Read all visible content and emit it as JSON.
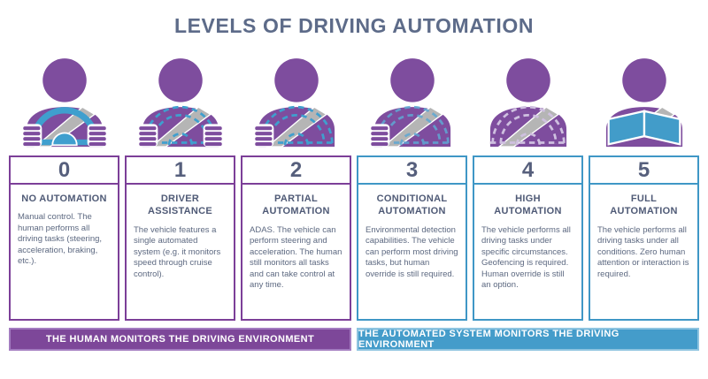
{
  "title": "LEVELS OF DRIVING AUTOMATION",
  "colors": {
    "title_text": "#5d6b89",
    "card_text": "#5c6880",
    "purple_accent": "#7c3f98",
    "purple_bar": "#7d4799",
    "purple_bar_border": "#a37cc0",
    "blue_accent": "#3f97c6",
    "blue_bar": "#449cca",
    "blue_bar_border": "#8ec4e0",
    "icon_person_purple": "#7e4d9e",
    "icon_belt_gray": "#b5b5b5",
    "icon_wheel_blue": "#3f9fce"
  },
  "levels": [
    {
      "number": "0",
      "theme": "purple",
      "icon": "driver-both-hands-solid-wheel-icon",
      "name": "NO AUTOMATION",
      "description": "Manual control. The human performs all driving tasks (steering, acceleration, braking, etc.)."
    },
    {
      "number": "1",
      "theme": "purple",
      "icon": "driver-both-hands-dashed-wheel-icon",
      "name": "DRIVER ASSISTANCE",
      "description": "The vehicle features a single automated system (e.g. it monitors speed through cruise control)."
    },
    {
      "number": "2",
      "theme": "purple",
      "icon": "driver-one-hand-dashed-wheel-icon",
      "name": "PARTIAL AUTOMATION",
      "description": "ADAS. The vehicle can perform steering and acceleration. The human still monitors all tasks and can take control at any time."
    },
    {
      "number": "3",
      "theme": "blue",
      "icon": "driver-one-hand-faded-wheel-icon",
      "name": "CONDITIONAL AUTOMATION",
      "description": "Environmental detection capabilities. The vehicle can perform most driving tasks, but human override is still required."
    },
    {
      "number": "4",
      "theme": "blue",
      "icon": "passenger-ghost-wheel-icon",
      "name": "HIGH AUTOMATION",
      "description": "The vehicle performs all driving tasks under specific circumstances. Geofencing is required. Human override is still an option."
    },
    {
      "number": "5",
      "theme": "blue",
      "icon": "passenger-reading-book-icon",
      "name": "FULL AUTOMATION",
      "description": "The vehicle performs all driving tasks under all conditions. Zero human attention or interaction is required."
    }
  ],
  "footers": [
    {
      "theme": "purple",
      "label": "THE HUMAN MONITORS THE DRIVING ENVIRONMENT"
    },
    {
      "theme": "blue",
      "label": "THE AUTOMATED SYSTEM MONITORS THE DRIVING ENVIRONMENT"
    }
  ]
}
